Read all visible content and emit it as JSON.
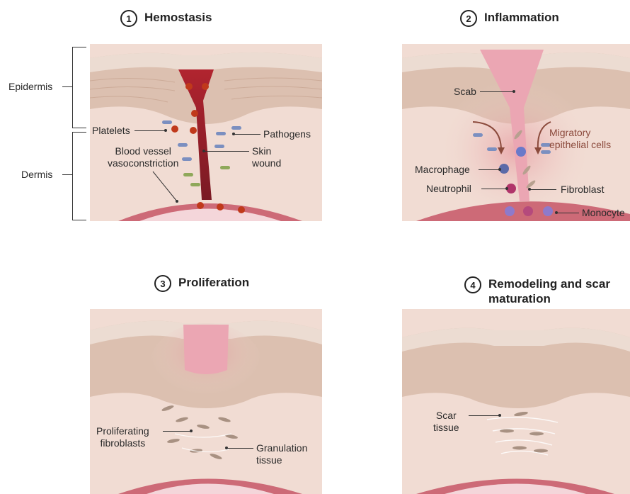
{
  "colors": {
    "background": "#ffffff",
    "epidermis_top": "#e9d3c7",
    "epidermis_cells": "#d9b8a6",
    "dermis": "#f1dcd3",
    "blood_vessel": "#cd6a77",
    "blood_clot": "#8e1f2b",
    "scab": "#eba6b3",
    "platelet": "#c0391b",
    "pathogen": "#7b8fc0",
    "pathogen_green": "#8fa85a",
    "migratory_text": "#8b4a3c"
  },
  "panels": [
    {
      "number": "1",
      "title": "Hemostasis",
      "labels": {
        "epidermis": "Epidermis",
        "dermis": "Dermis",
        "platelets": "Platelets",
        "pathogens": "Pathogens",
        "blood_vessel_line1": "Blood vessel",
        "blood_vessel_line2": "vasoconstriction",
        "skin_wound_line1": "Skin",
        "skin_wound_line2": "wound"
      }
    },
    {
      "number": "2",
      "title": "Inflammation",
      "labels": {
        "scab": "Scab",
        "migratory_line1": "Migratory",
        "migratory_line2": "epithelial cells",
        "macrophage": "Macrophage",
        "neutrophil": "Neutrophil",
        "fibroblast": "Fibroblast",
        "monocyte": "Monocyte"
      }
    },
    {
      "number": "3",
      "title": "Proliferation",
      "labels": {
        "proliferating_line1": "Proliferating",
        "proliferating_line2": "fibroblasts",
        "granulation_line1": "Granulation",
        "granulation_line2": "tissue"
      }
    },
    {
      "number": "4",
      "title": "Remodeling and scar maturation",
      "labels": {
        "scar_line1": "Scar",
        "scar_line2": "tissue"
      }
    }
  ]
}
